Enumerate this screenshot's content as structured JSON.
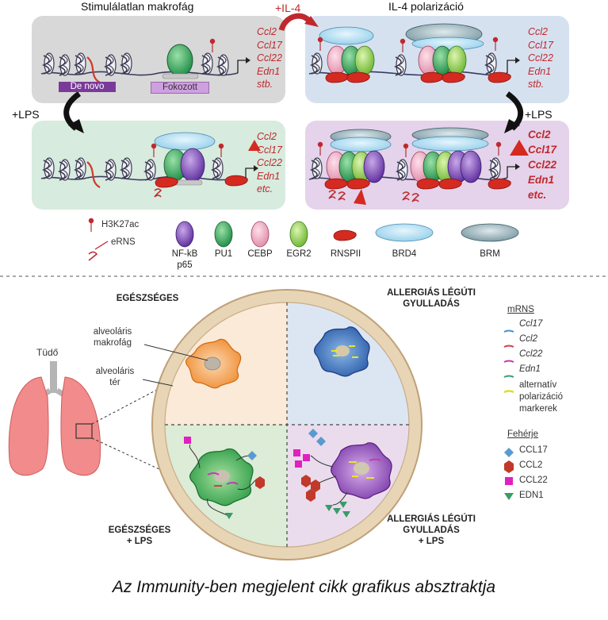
{
  "panels": {
    "top_left_title": "Stimulálatlan makrofág",
    "top_right_title": "IL-4 polarizáció",
    "il4_arrow": "+IL-4",
    "lps_left": "+LPS",
    "lps_right": "+LPS",
    "de_novo": "De novo",
    "fokozott": "Fokozott",
    "genes_tl": [
      "Ccl2",
      "Ccl17",
      "Ccl22",
      "Edn1",
      "stb."
    ],
    "genes_tr": [
      "Ccl2",
      "Ccl17",
      "Ccl22",
      "Edn1",
      "stb."
    ],
    "genes_bl": [
      "Ccl2",
      "Ccl17",
      "Ccl22",
      "Edn1",
      "etc."
    ],
    "genes_br": [
      "Ccl2",
      "Ccl17",
      "Ccl22",
      "Edn1",
      "etc."
    ]
  },
  "legend_top": {
    "h3k27ac": "H3K27ac",
    "erns": "eRNS",
    "nfkb": "NF-kB\np65",
    "pu1": "PU1",
    "cebp": "CEBP",
    "egr2": "EGR2",
    "rnspii": "RNSPII",
    "brd4": "BRD4",
    "brm": "BRM"
  },
  "lung": {
    "tudo": "Tüdő",
    "alv_makrofag": "alveoláris\nmakrofág",
    "alv_ter": "alveoláris\ntér",
    "q_healthy": "EGÉSZSÉGES",
    "q_allergic": "ALLERGIÁS LÉGÚTI\nGYULLADÁS",
    "q_healthy_lps": "EGÉSZSÉGES\n+ LPS",
    "q_allergic_lps": "ALLERGIÁS LÉGÚTI\nGYULLADÁS\n+ LPS"
  },
  "legend_right": {
    "mrns_title": "mRNS",
    "mrns": [
      {
        "label": "Ccl17",
        "color": "#4a90c8",
        "italic": true
      },
      {
        "label": "Ccl2",
        "color": "#d0404a",
        "italic": true
      },
      {
        "label": "Ccl22",
        "color": "#c23bb0",
        "italic": true
      },
      {
        "label": "Edn1",
        "color": "#3aa070",
        "italic": true
      },
      {
        "label": "alternatív\npolarizáció\nmarkerek",
        "color": "#dede2a",
        "italic": false
      }
    ],
    "protein_title": "Fehérje",
    "proteins": [
      {
        "label": "CCL17",
        "color": "#5a9ad0",
        "icon": "diamond-icon"
      },
      {
        "label": "CCL2",
        "color": "#c0392b",
        "icon": "hexagon-icon"
      },
      {
        "label": "CCL22",
        "color": "#e020c0",
        "icon": "square-icon"
      },
      {
        "label": "EDN1",
        "color": "#3a9a6a",
        "icon": "triangle-icon"
      }
    ]
  },
  "caption": "Az Immunity-ben megjelent cikk grafikus absztraktja"
}
